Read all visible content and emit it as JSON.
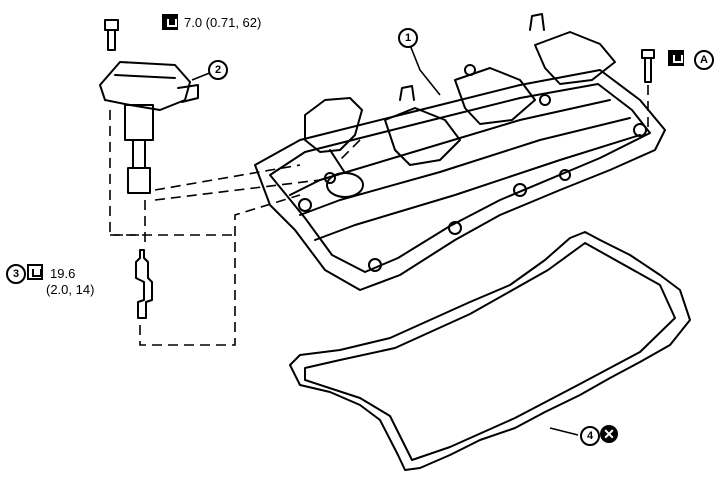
{
  "callouts": {
    "cover": "1",
    "coil": "2",
    "plug": "3",
    "gasket": "4"
  },
  "torques": {
    "coil_bolt": "7.0 (0.71, 62)",
    "plug_value": "19.6",
    "plug_sub": "(2.0, 14)",
    "cover_bolt_ref": "A"
  },
  "symbols": {
    "replace_icon": "x-circle-icon",
    "torque_icon": "wrench-torque-icon"
  }
}
